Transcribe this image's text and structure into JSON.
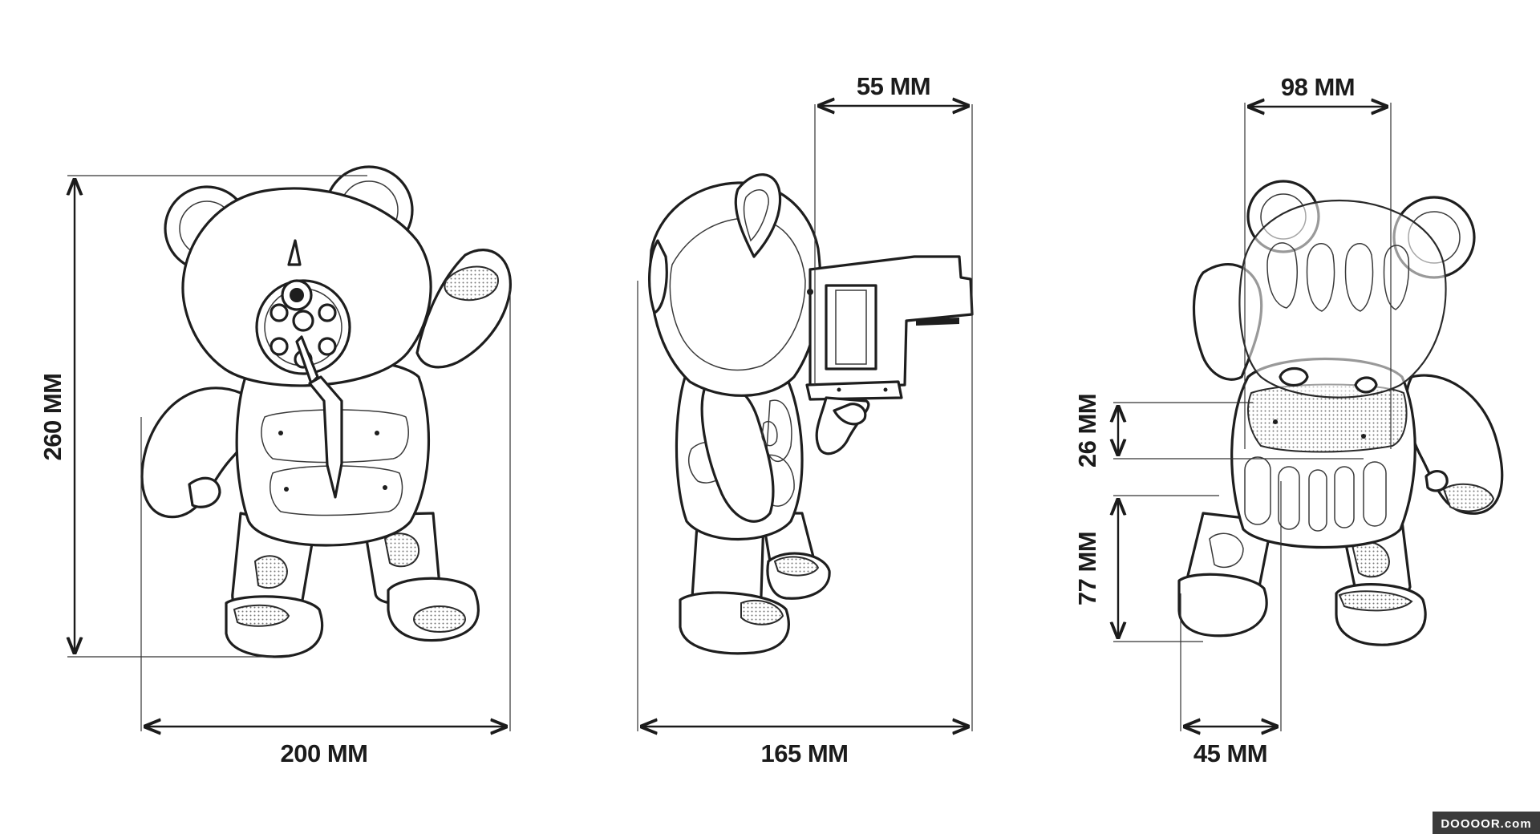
{
  "views": [
    {
      "id": "front",
      "dimensions": {
        "height": "260 MM",
        "width": "200 MM"
      }
    },
    {
      "id": "side",
      "dimensions": {
        "depth": "165 MM",
        "gun_barrel": "55 MM"
      }
    },
    {
      "id": "back",
      "dimensions": {
        "head": "98 MM",
        "chest": "26 MM",
        "belly": "77 MM",
        "leg": "45 MM"
      }
    }
  ],
  "watermark": "DOOOOR.com",
  "colors": {
    "line": "#1e1e1e",
    "background": "#ffffff",
    "watermark_bg": "#3b3b3b"
  }
}
